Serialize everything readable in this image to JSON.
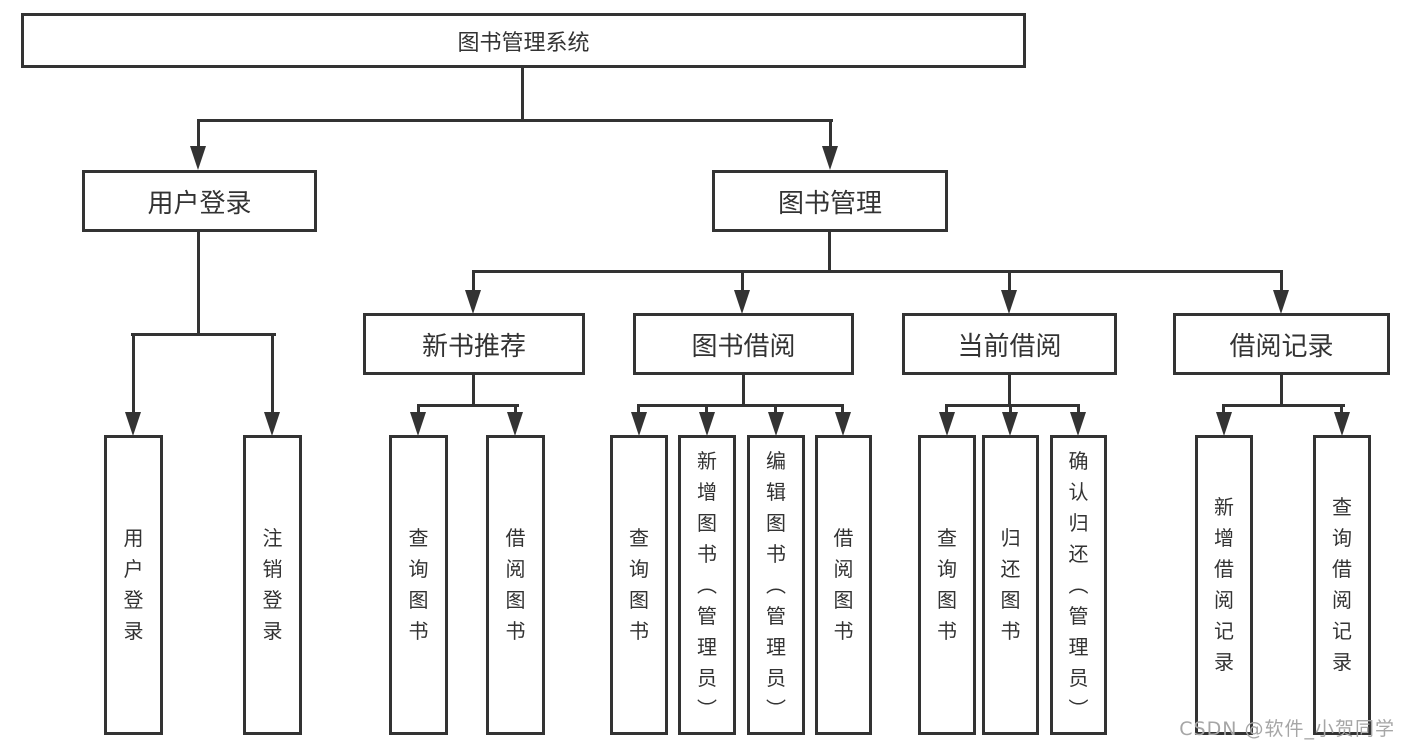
{
  "diagram": {
    "root": {
      "label": "图书管理系统"
    },
    "level2": [
      {
        "id": "user-login",
        "label": "用户登录"
      },
      {
        "id": "book-management",
        "label": "图书管理"
      }
    ],
    "level3": [
      {
        "id": "new-book-recommend",
        "label": "新书推荐"
      },
      {
        "id": "book-borrowing",
        "label": "图书借阅"
      },
      {
        "id": "current-borrowing",
        "label": "当前借阅"
      },
      {
        "id": "borrowing-records",
        "label": "借阅记录"
      }
    ],
    "leaves": {
      "user_login": [
        {
          "label": "用户登录"
        },
        {
          "label": "注销登录"
        }
      ],
      "new_book": [
        {
          "label": "查询图书"
        },
        {
          "label": "借阅图书"
        }
      ],
      "book_borrow": [
        {
          "label": "查询图书"
        },
        {
          "label": "新增图书（管理员）"
        },
        {
          "label": "编辑图书（管理员）"
        },
        {
          "label": "借阅图书"
        }
      ],
      "current_borrow": [
        {
          "label": "查询图书"
        },
        {
          "label": "归还图书"
        },
        {
          "label": "确认归还（管理员）"
        }
      ],
      "borrow_record": [
        {
          "label": "新增借阅记录"
        },
        {
          "label": "查询借阅记录"
        }
      ]
    },
    "watermark": "CSDN @软件_小贺同学",
    "colors": {
      "line": "#333333",
      "text": "#333333",
      "watermark": "#a6a6a6",
      "background": "#ffffff"
    }
  }
}
